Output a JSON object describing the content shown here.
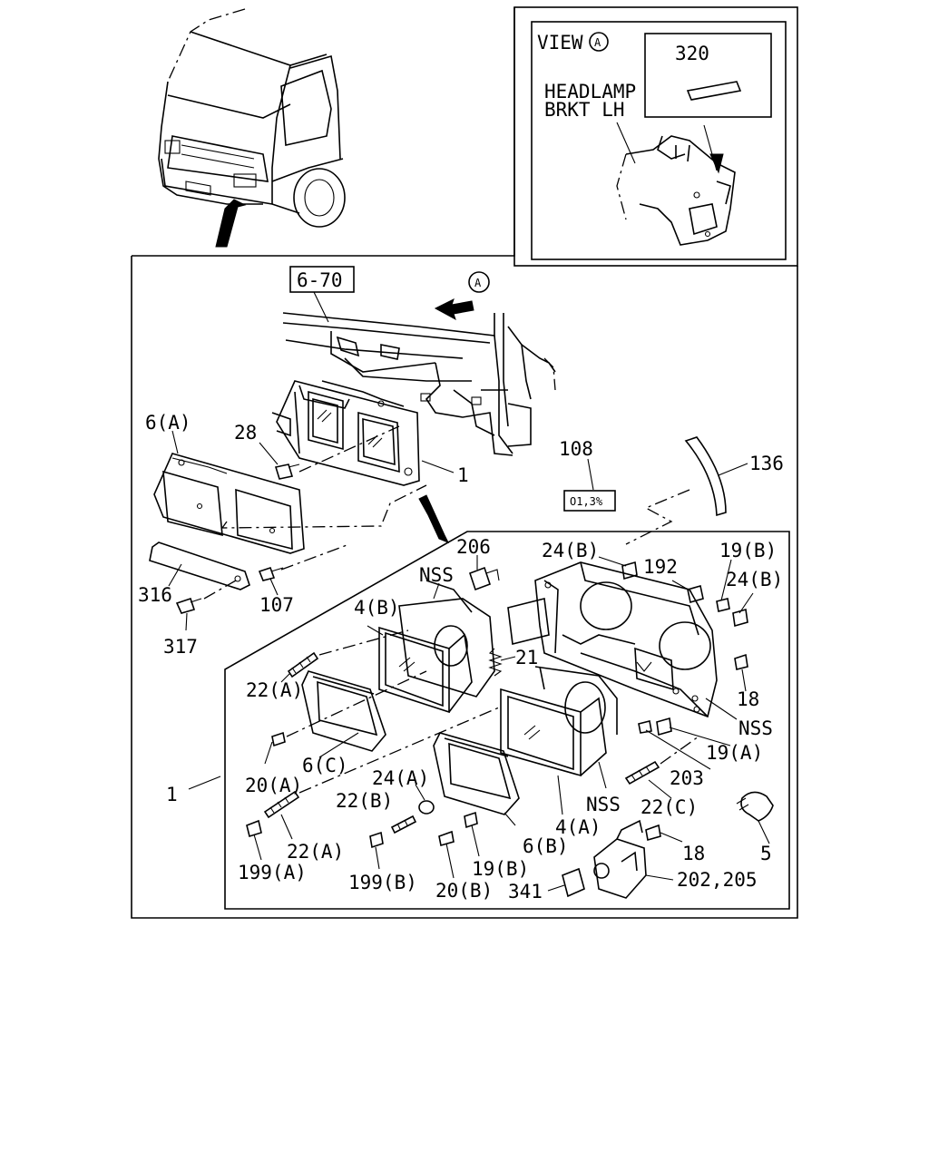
{
  "view": {
    "title": "VIEW",
    "marker": "A",
    "part_label": "320",
    "bracket_label_line1": "HEADLAMP",
    "bracket_label_line2": "BRKT LH"
  },
  "ref": {
    "section": "6-70",
    "view_marker": "A",
    "kit_icon_text": "O1,3%"
  },
  "callouts": [
    "6(A)",
    "28",
    "1",
    "108",
    "136",
    "316",
    "107",
    "317",
    "206",
    "24(B)",
    "192",
    "19(B)",
    "24(B)",
    "NSS",
    "4(B)",
    "21",
    "22(A)",
    "18",
    "NSS",
    "19(A)",
    "20(A)",
    "6(C)",
    "203",
    "1",
    "24(A)",
    "22(B)",
    "NSS",
    "22(C)",
    "5",
    "22(A)",
    "4(A)",
    "18",
    "199(A)",
    "199(B)",
    "20(B)",
    "19(B)",
    "6(B)",
    "341",
    "202,205"
  ]
}
